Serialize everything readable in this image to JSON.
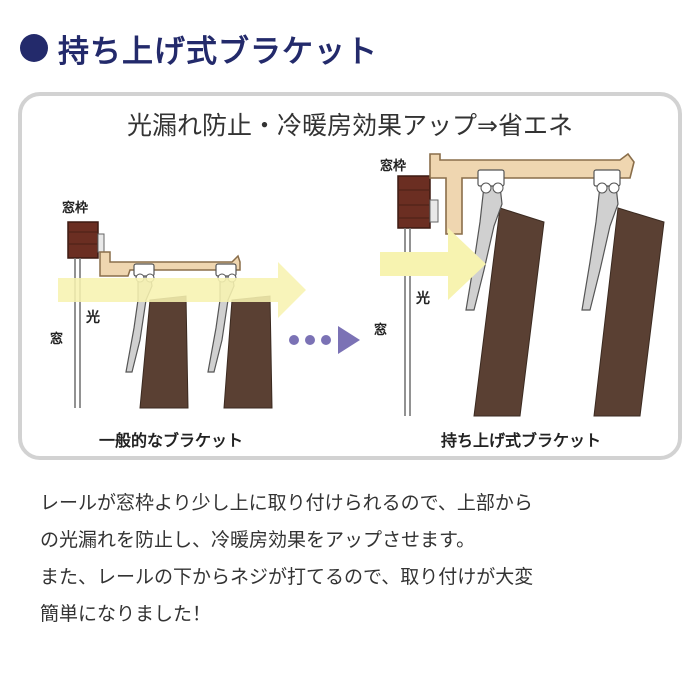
{
  "title": {
    "text": "持ち上げ式ブラケット",
    "color": "#232a6b"
  },
  "panel": {
    "heading": "光漏れ防止・冷暖房効果アップ⇒省エネ",
    "left": {
      "frame_label": "窓枠",
      "light_label": "光",
      "window_label": "窓",
      "caption": "一般的なブラケット"
    },
    "right": {
      "frame_label": "窓枠",
      "light_label": "光",
      "window_label": "窓",
      "caption": "持ち上げ式ブラケット"
    },
    "icons": [
      "light-arrow-icon",
      "dots-arrow-icon"
    ]
  },
  "description": {
    "lines": [
      "レールが窓枠より少し上に取り付けられるので、上部から",
      "の光漏れを防止し、冷暖房効果をアップさせます。",
      "また、レールの下からネジが打てるので、取り付けが大変",
      "簡単になりました！"
    ]
  },
  "colors": {
    "frame": "#6b2e22",
    "bracket": "#efd6b0",
    "curtain": "#5a4033",
    "light": "#f7f3b0",
    "arrow": "#7b72b5"
  }
}
